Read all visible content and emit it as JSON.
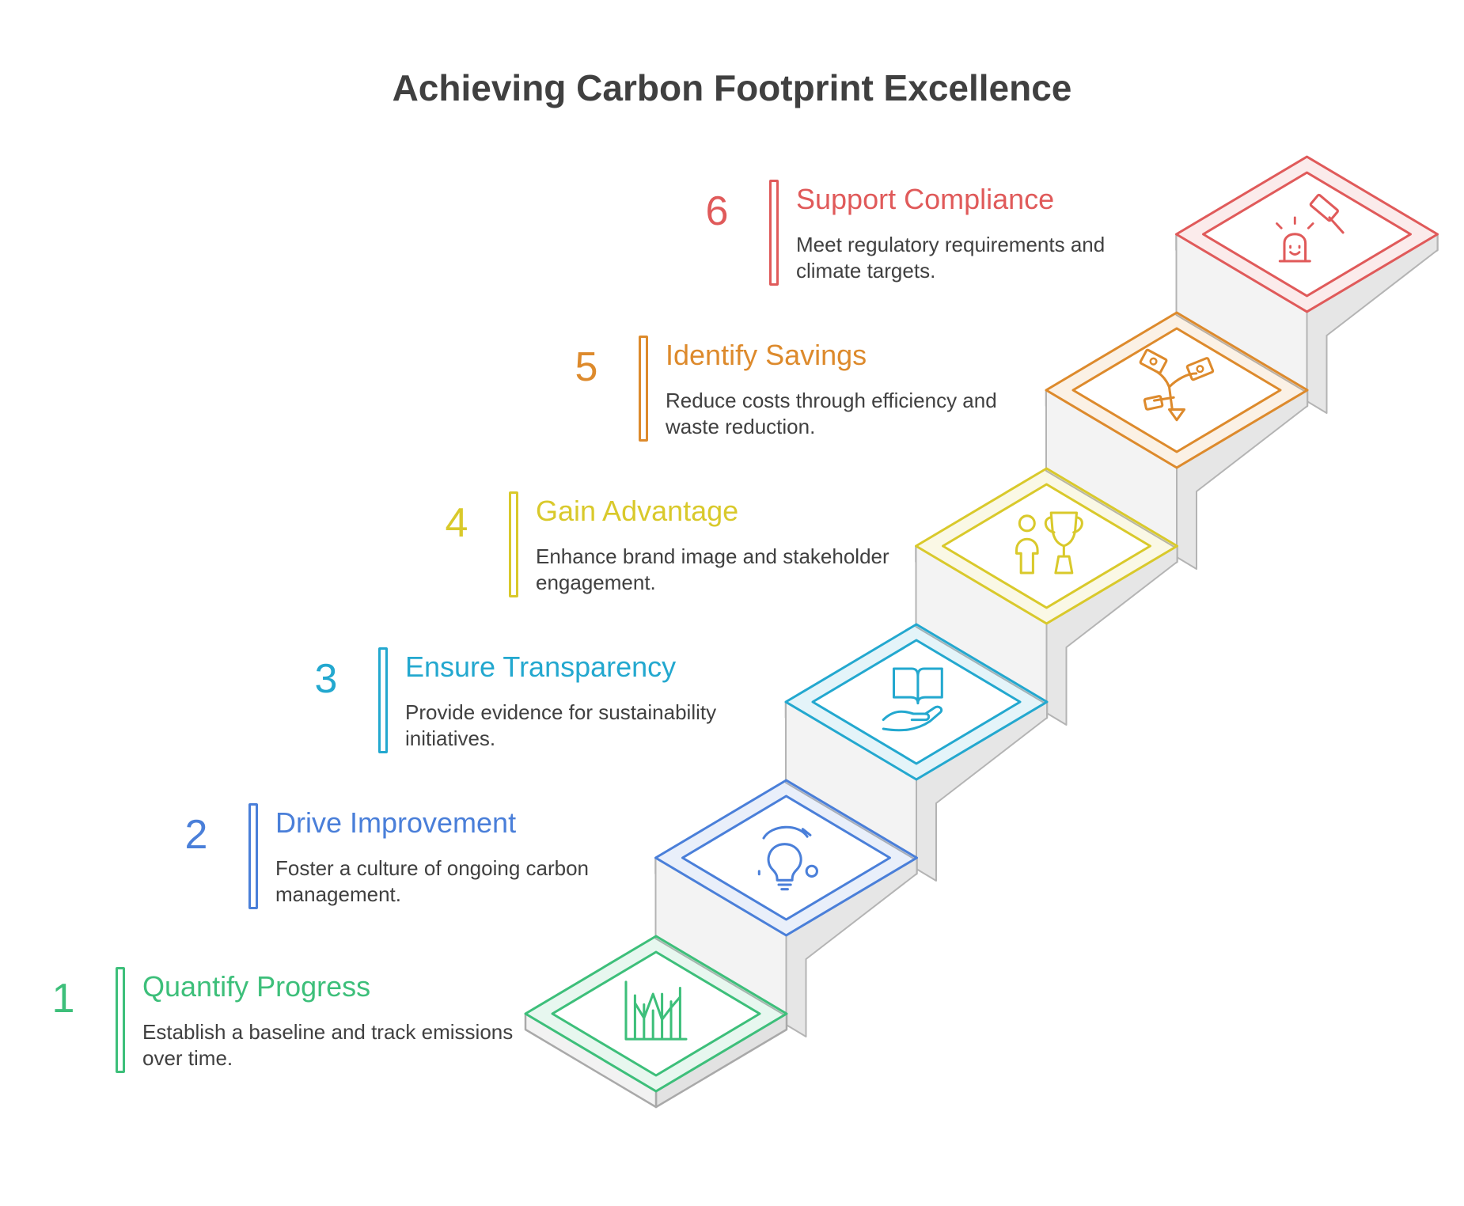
{
  "title": "Achieving Carbon Footprint Excellence",
  "steps": [
    {
      "number": "1",
      "title": "Quantify Progress",
      "description": "Establish a baseline and track emissions over time.",
      "color": "#3dbf7a",
      "icon": "growth-chart-icon"
    },
    {
      "number": "2",
      "title": "Drive Improvement",
      "description": "Foster a culture of ongoing carbon management.",
      "color": "#4a7fd9",
      "icon": "lightbulb-icon"
    },
    {
      "number": "3",
      "title": "Ensure Transparency",
      "description": "Provide evidence for sustainability initiatives.",
      "color": "#23a8cf",
      "icon": "book-in-hand-icon"
    },
    {
      "number": "4",
      "title": "Gain Advantage",
      "description": "Enhance brand image and stakeholder engagement.",
      "color": "#d9c92b",
      "icon": "person-trophy-icon"
    },
    {
      "number": "5",
      "title": "Identify Savings",
      "description": "Reduce costs through efficiency and waste reduction.",
      "color": "#dd8a2c",
      "icon": "money-plant-icon"
    },
    {
      "number": "6",
      "title": "Support Compliance",
      "description": "Meet regulatory requirements and climate targets.",
      "color": "#e05a5a",
      "icon": "gavel-alarm-icon"
    }
  ]
}
